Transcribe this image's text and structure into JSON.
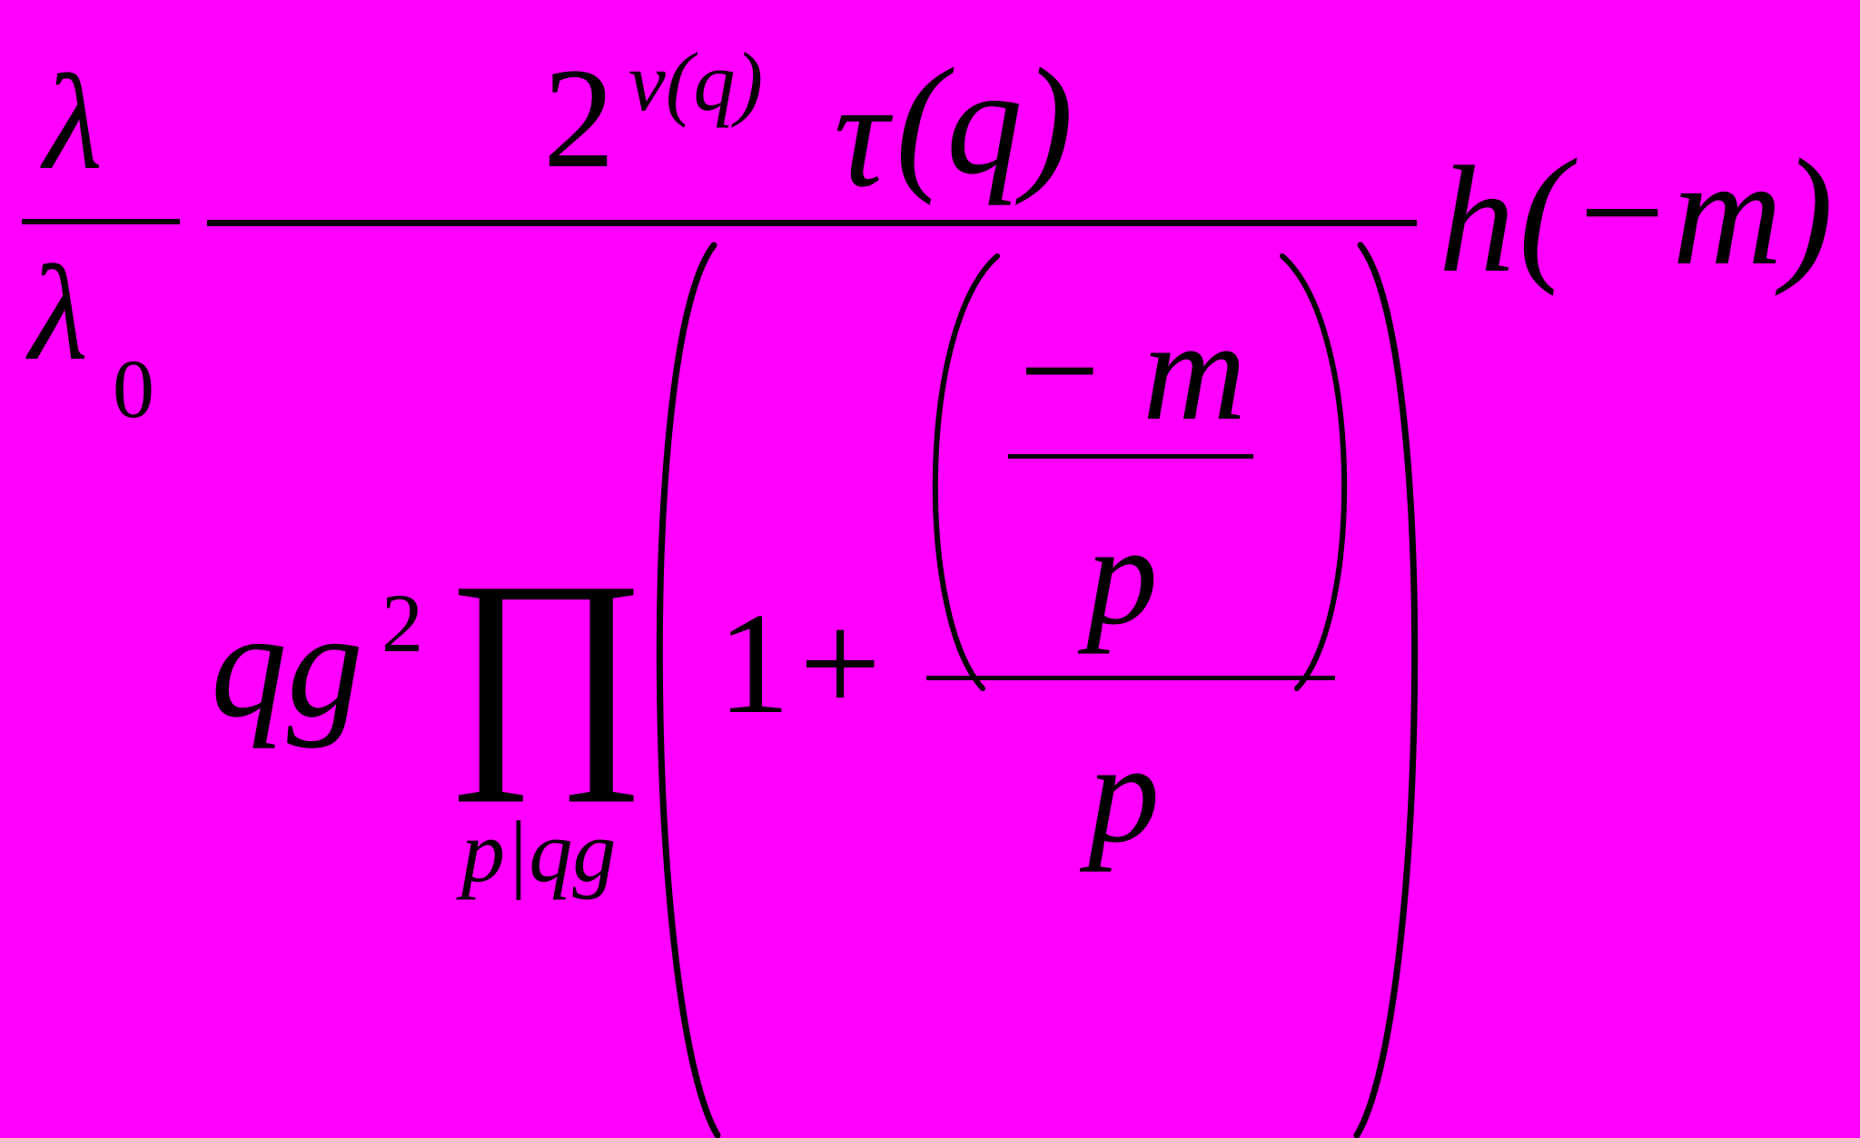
{
  "background_color": "#ff00ff",
  "ink_color": "#000000",
  "formula": {
    "lambda_ratio": {
      "numerator": "λ",
      "denominator": "λ",
      "denominator_subscript": "0"
    },
    "main_fraction": {
      "numerator": {
        "base": "2",
        "exponent": "ν(q)",
        "tau": "τ",
        "tau_argument": "(q)"
      },
      "denominator": {
        "prefix": "qg",
        "prefix_exponent": "2",
        "product_symbol": "∏",
        "product_subscript": "p|qg",
        "one": "1",
        "plus": "+",
        "inner_numerator": "− m",
        "inner_denominator": "p",
        "outer_denominator": "p"
      }
    },
    "trailing_function": "h",
    "trailing_argument": "(−m)"
  }
}
